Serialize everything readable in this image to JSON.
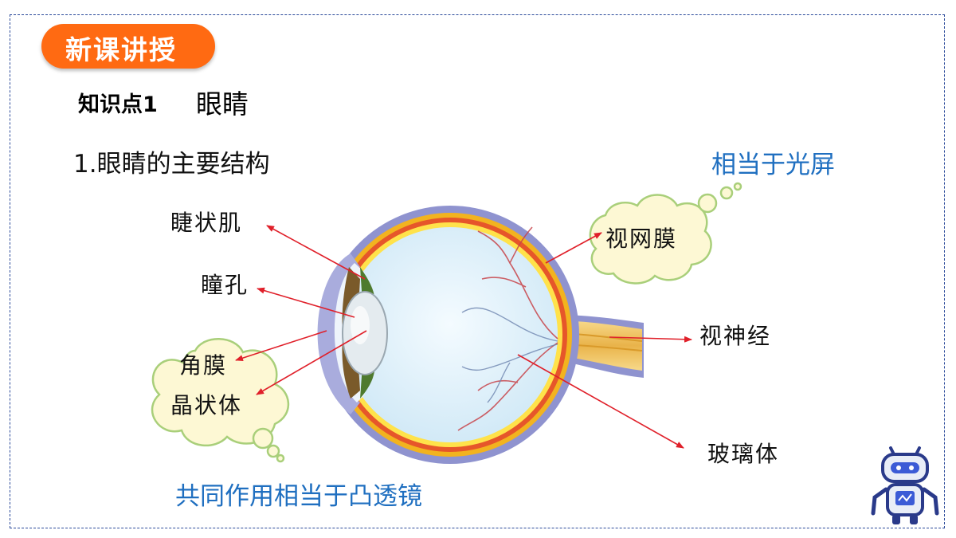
{
  "header": {
    "badge": "新课讲授"
  },
  "knowledge_point": {
    "label": "知识点1",
    "title": "眼睛"
  },
  "section": {
    "title": "1.眼睛的主要结构"
  },
  "notes": {
    "retina_role": "相当于光屏",
    "lens_role": "共同作用相当于凸透镜"
  },
  "labels": {
    "ciliary_muscle": "睫状肌",
    "pupil": "瞳孔",
    "cornea": "角膜",
    "crystalline_lens": "晶状体",
    "retina": "视网膜",
    "optic_nerve": "视神经",
    "vitreous_body": "玻璃体"
  },
  "colors": {
    "badge": "#ff6a12",
    "note_blue": "#1f6fc0",
    "arrow": "#e0202a",
    "cloud": "#fdf8d4"
  }
}
